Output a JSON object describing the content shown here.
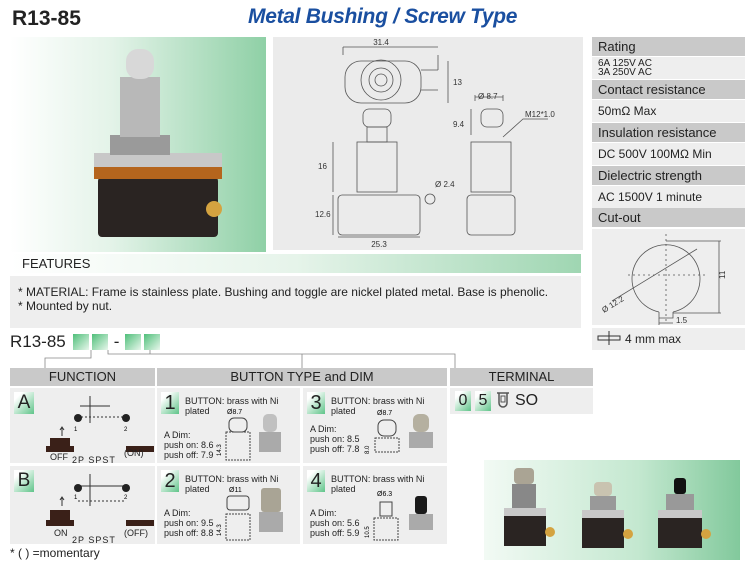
{
  "header": {
    "model": "R13-85",
    "title": "Metal Bushing  /  Screw Type"
  },
  "drawing": {
    "dims": [
      "31.4",
      "13",
      "Ø 8.7",
      "9.4",
      "M12*1.0",
      "16",
      "Ø 2.4",
      "12.6",
      "25.3"
    ]
  },
  "specs": [
    {
      "label": "Rating",
      "value_lines": [
        "6A 125V AC",
        "3A 250V AC"
      ]
    },
    {
      "label": "Contact resistance",
      "value": "50mΩ Max"
    },
    {
      "label": "Insulation resistance",
      "value": "DC 500V 100MΩ Min"
    },
    {
      "label": "Dielectric strength",
      "value": "AC 1500V 1 minute"
    },
    {
      "label": "Cut-out",
      "dims": [
        "Ø 12.2",
        "11",
        "1.5"
      ]
    }
  ],
  "panel_thickness": "4 mm max",
  "features": {
    "title": "FEATURES",
    "lines": [
      "* MATERIAL: Frame is stainless plate. Bushing and toggle are nickel plated metal. Base is phenolic.",
      "* Mounted by nut."
    ]
  },
  "part_code": {
    "prefix": "R13-85",
    "separator": "-"
  },
  "tables": {
    "function_header": "FUNCTION",
    "button_header": "BUTTON TYPE and DIM",
    "terminal_header": "TERMINAL",
    "functions": [
      {
        "letter": "A",
        "left": "OFF",
        "right": "(ON)",
        "type": "2P SPST",
        "pin1": "1",
        "pin2": "2"
      },
      {
        "letter": "B",
        "left": "ON",
        "right": "(OFF)",
        "type": "2P SPST",
        "pin1": "1",
        "pin2": "2"
      }
    ],
    "buttons": [
      {
        "num": "1",
        "desc": "BUTTON: brass with Ni  plated",
        "dia": "Ø8.7",
        "height": "14.3",
        "a_label": "A Dim:",
        "push_on": "push on: 8.6",
        "push_off": "push off: 7.9"
      },
      {
        "num": "3",
        "desc": "BUTTON: brass with Ni  plated",
        "dia": "Ø8.7",
        "height": "8.0",
        "a_label": "A Dim:",
        "push_on": "push on: 8.5",
        "push_off": "push off: 7.8"
      },
      {
        "num": "2",
        "desc": "BUTTON: brass with Ni  plated",
        "dia": "Ø11",
        "height": "14.3",
        "a_label": "A Dim:",
        "push_on": "push on: 9.5",
        "push_off": "push off: 8.8"
      },
      {
        "num": "4",
        "desc": "BUTTON: brass with Ni  plated",
        "dia": "Ø6.3",
        "height": "10.5",
        "a_label": "A Dim:",
        "push_on": "push on: 5.6",
        "push_off": "push off: 5.9"
      }
    ],
    "terminal": {
      "d1": "0",
      "d2": "5",
      "label": "SO"
    }
  },
  "note": "* (  ) =momentary",
  "colors": {
    "title_blue": "#1a4fa0",
    "header_gray": "#c9c9c9",
    "cell_gray": "#eeeeee",
    "accent_green": "#5fc489"
  }
}
